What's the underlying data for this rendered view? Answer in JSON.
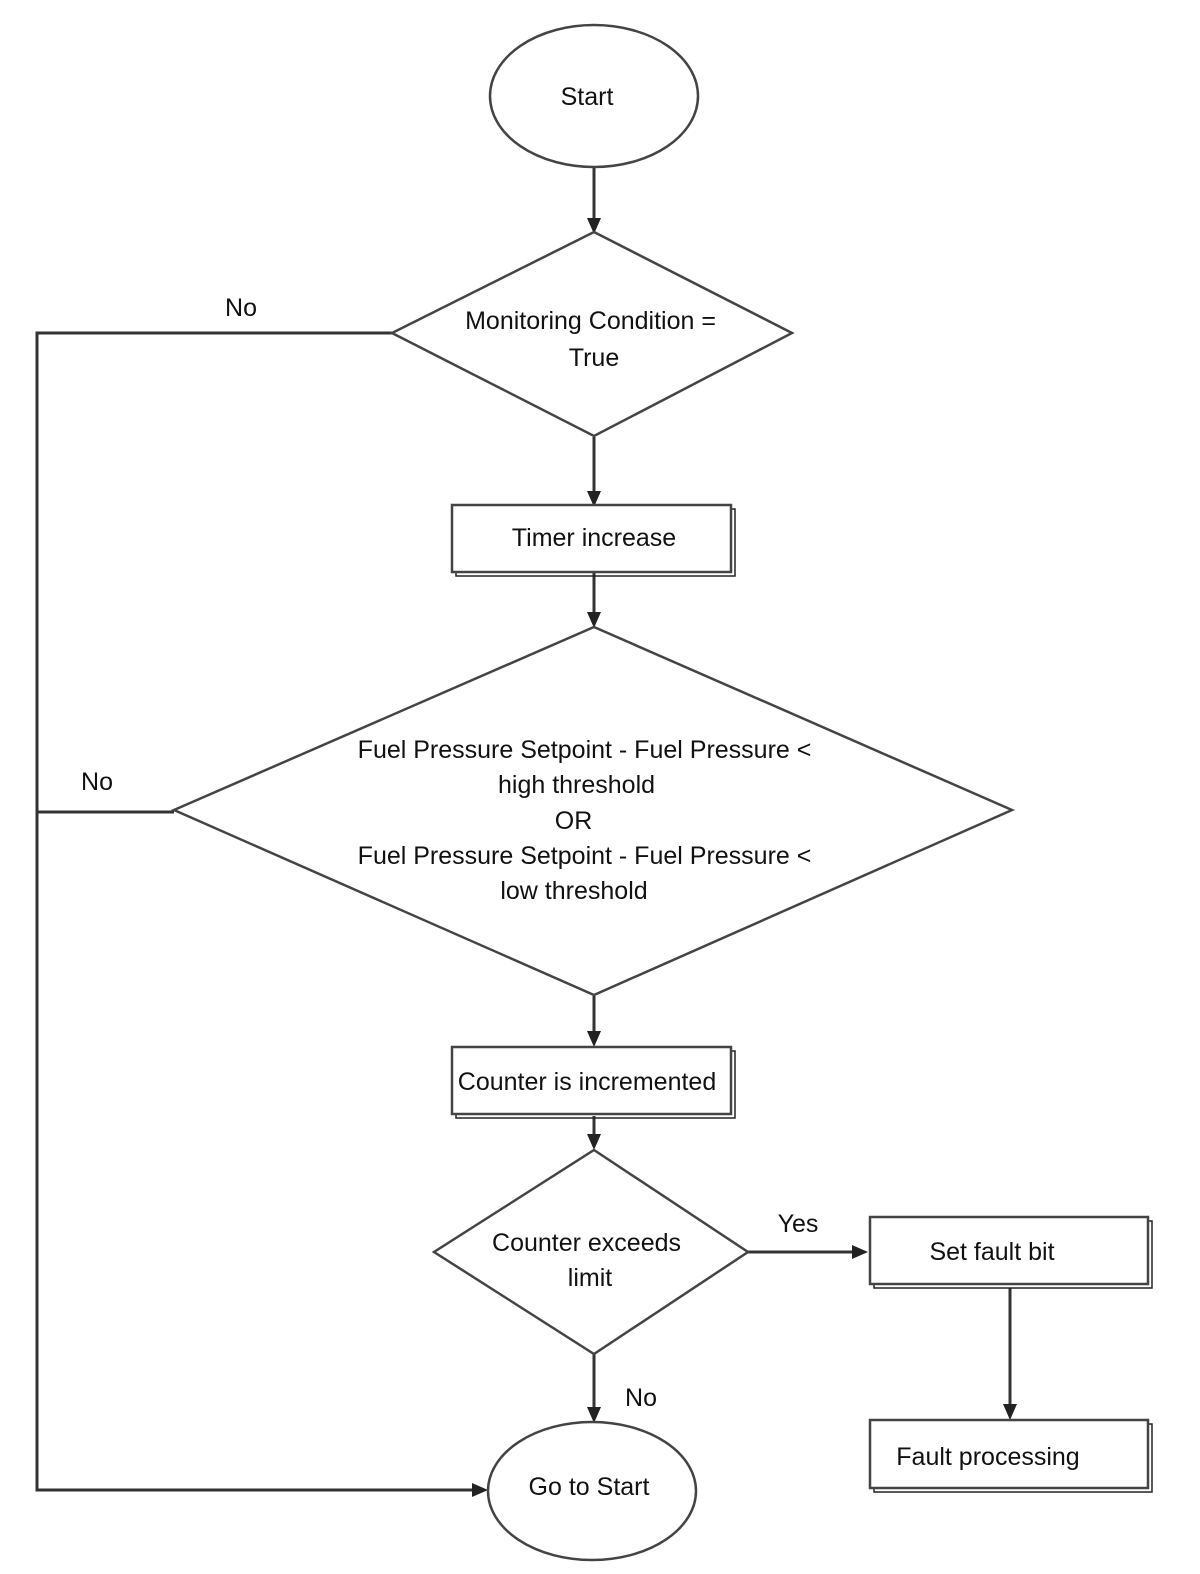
{
  "nodes": {
    "start": "Start",
    "monitoring_condition": [
      "Monitoring Condition =",
      "True"
    ],
    "timer_increase": "Timer increase",
    "fuel_pressure_check": [
      "Fuel Pressure Setpoint - Fuel Pressure <",
      "high threshold",
      "OR",
      "Fuel Pressure Setpoint - Fuel Pressure <",
      "low threshold"
    ],
    "counter_incremented": "Counter is incremented",
    "counter_exceeds": [
      "Counter exceeds",
      "limit"
    ],
    "set_fault_bit": "Set fault bit",
    "fault_processing": "Fault processing",
    "go_to_start": "Go to Start"
  },
  "edge_labels": {
    "monitoring_no": "No",
    "fuel_no": "No",
    "counter_yes": "Yes",
    "counter_no": "No"
  }
}
